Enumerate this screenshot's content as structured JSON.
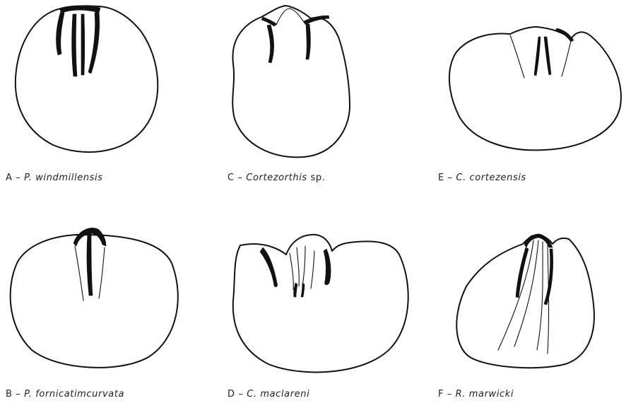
{
  "figures": [
    {
      "id": "A",
      "letter": "A",
      "sep": " – ",
      "name": "P. windmillensis",
      "tail": ""
    },
    {
      "id": "B",
      "letter": "B",
      "sep": " – ",
      "name": "P. fornicatimcurvata",
      "tail": ""
    },
    {
      "id": "C",
      "letter": "C",
      "sep": " – ",
      "name": "Cortezorthis",
      "tail": " sp."
    },
    {
      "id": "D",
      "letter": "D",
      "sep": " – ",
      "name": "C. maclareni",
      "tail": ""
    },
    {
      "id": "E",
      "letter": "E",
      "sep": " – ",
      "name": "C. cortezensis",
      "tail": ""
    },
    {
      "id": "F",
      "letter": "F",
      "sep": " – ",
      "name": "R. marwicki",
      "tail": ""
    }
  ]
}
